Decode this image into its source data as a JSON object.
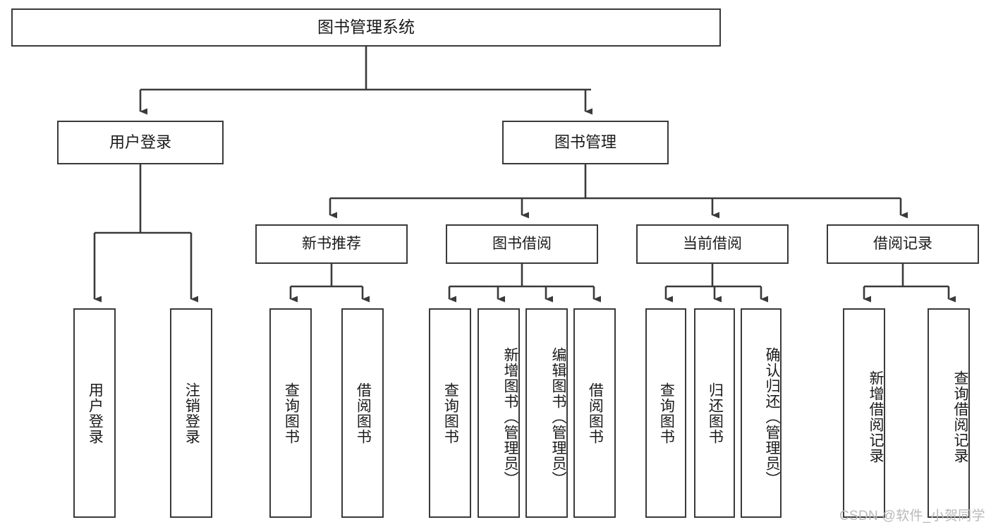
{
  "diagram": {
    "title": "图书管理系统",
    "type": "hierarchy-tree",
    "background": "#ffffff",
    "stroke_color": "#3a3a3a",
    "text_color": "#1a1a1a",
    "root": {
      "label": "图书管理系统"
    },
    "level2": [
      {
        "label": "用户登录"
      },
      {
        "label": "图书管理"
      }
    ],
    "level3": [
      {
        "label": "新书推荐"
      },
      {
        "label": "图书借阅"
      },
      {
        "label": "当前借阅"
      },
      {
        "label": "借阅记录"
      }
    ],
    "leaves": {
      "user_login": [
        {
          "label": "用户登录"
        },
        {
          "label": "注销登录"
        }
      ],
      "new_book_recommend": [
        {
          "label": "查询图书"
        },
        {
          "label": "借阅图书"
        }
      ],
      "book_borrow": [
        {
          "label": "查询图书"
        },
        {
          "label": "新增图书（管理员）"
        },
        {
          "label": "编辑图书（管理员）"
        },
        {
          "label": "借阅图书"
        }
      ],
      "current_borrow": [
        {
          "label": "查询图书"
        },
        {
          "label": "归还图书"
        },
        {
          "label": "确认归还（管理员）"
        }
      ],
      "borrow_record": [
        {
          "label": "新增借阅记录"
        },
        {
          "label": "查询借阅记录"
        }
      ]
    }
  },
  "watermark": {
    "text": "CSDN @软件_小贺同学",
    "color": "#b9b9b9"
  }
}
